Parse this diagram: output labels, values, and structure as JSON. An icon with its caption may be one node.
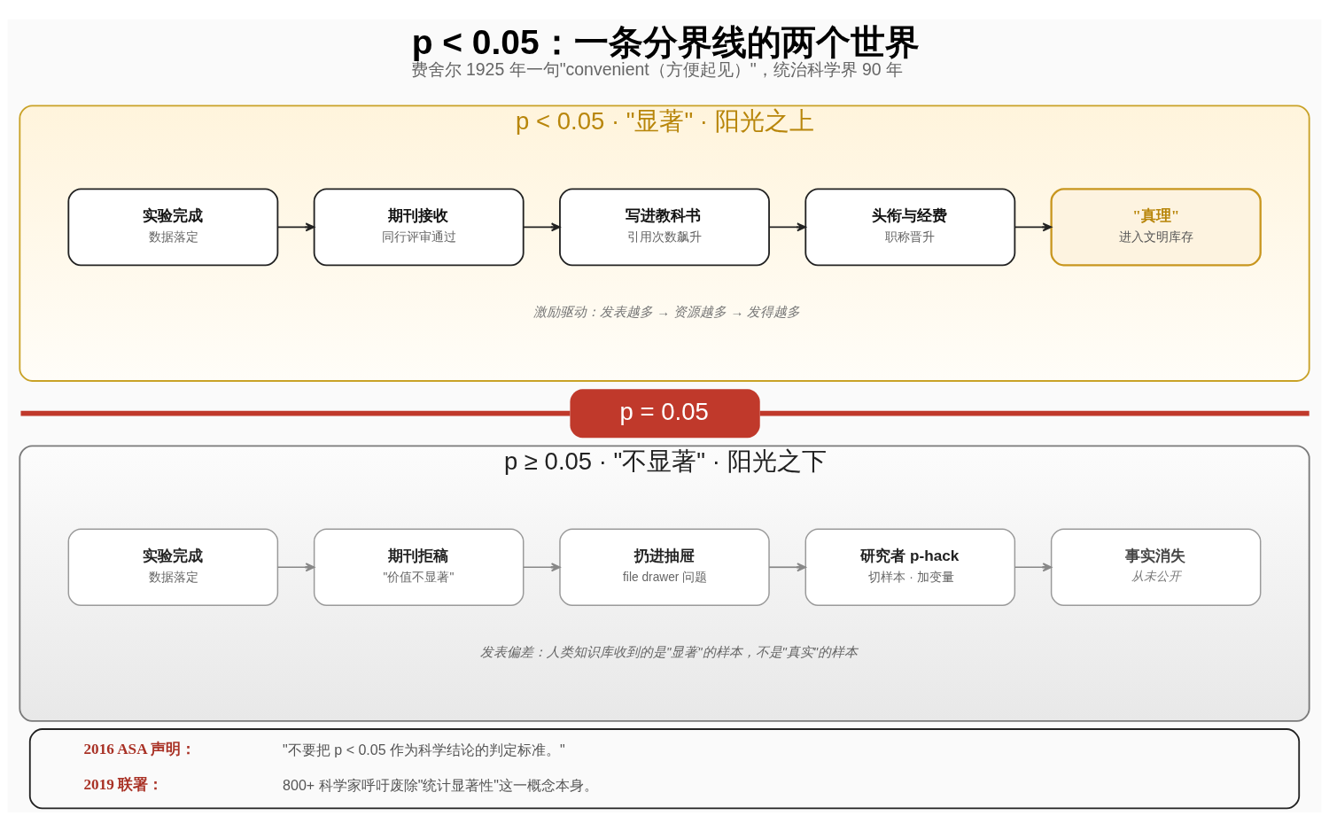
{
  "diagram": {
    "title": "p < 0.05：一条分界线的两个世界",
    "caption": "费舍尔 1925 年一句\"convenient（方便起见）\"，统治科学界 90 年",
    "nodes": [
      {
        "text": [
          "p < 0.05 · \"显著\" · 阳光之上"
        ]
      },
      {
        "text": [
          "实验完成",
          "数据落定"
        ],
        "in": 0
      },
      {
        "text": [
          "期刊接收",
          "同行评审通过"
        ],
        "in": 0
      },
      {
        "text": [
          "写进教科书",
          "引用次数飙升"
        ],
        "in": 0
      },
      {
        "text": [
          "头衔与经费",
          "职称晋升"
        ],
        "in": 0
      },
      {
        "text": [
          "\"真理\"",
          "进入文明库存"
        ],
        "in": 0
      },
      {
        "text": [
          "p = 0.05"
        ]
      },
      {
        "text": [
          "p ≥ 0.05 · \"不显著\" · 阳光之下"
        ]
      },
      {
        "text": [
          "实验完成",
          "数据落定"
        ],
        "in": 7
      },
      {
        "text": [
          "期刊拒稿",
          "\"价值不显著\""
        ],
        "in": 7
      },
      {
        "text": [
          "扔进抽屉",
          "file drawer 问题"
        ],
        "in": 7
      },
      {
        "text": [
          "研究者 p-hack",
          "切样本 · 加变量"
        ],
        "in": 7
      },
      {
        "text": [
          "事实消失",
          "从未公开"
        ],
        "in": 7
      },
      {
        "text": [
          "2016 ASA 声明：",
          "\"不要把 p < 0.05 作为科学结论的判定标准。\"",
          "2019 联署：",
          "800+ 科学家呼吁废除\"统计显著性\"这一概念本身。"
        ]
      }
    ],
    "edges": [
      {
        "from": 1,
        "to": 2,
        "arrow": "to"
      },
      {
        "from": 2,
        "to": 3,
        "arrow": "to"
      },
      {
        "from": 3,
        "to": 4,
        "arrow": "to"
      },
      {
        "from": 4,
        "to": 5,
        "arrow": "to"
      },
      {
        "from": 8,
        "to": 9,
        "arrow": "to",
        "color": "#888888"
      },
      {
        "from": 9,
        "to": 10,
        "arrow": "to",
        "color": "#888888"
      },
      {
        "from": 10,
        "to": 11,
        "arrow": "to",
        "color": "#888888"
      },
      {
        "from": 11,
        "to": 12,
        "arrow": "to",
        "color": "#888888"
      }
    ],
    "labels": [
      "激励驱动：发表越多 → 资源越多 → 发得越多",
      "发表偏差：人类知识库收到的是\"显著\"的样本，不是\"真实\"的样本"
    ]
  }
}
